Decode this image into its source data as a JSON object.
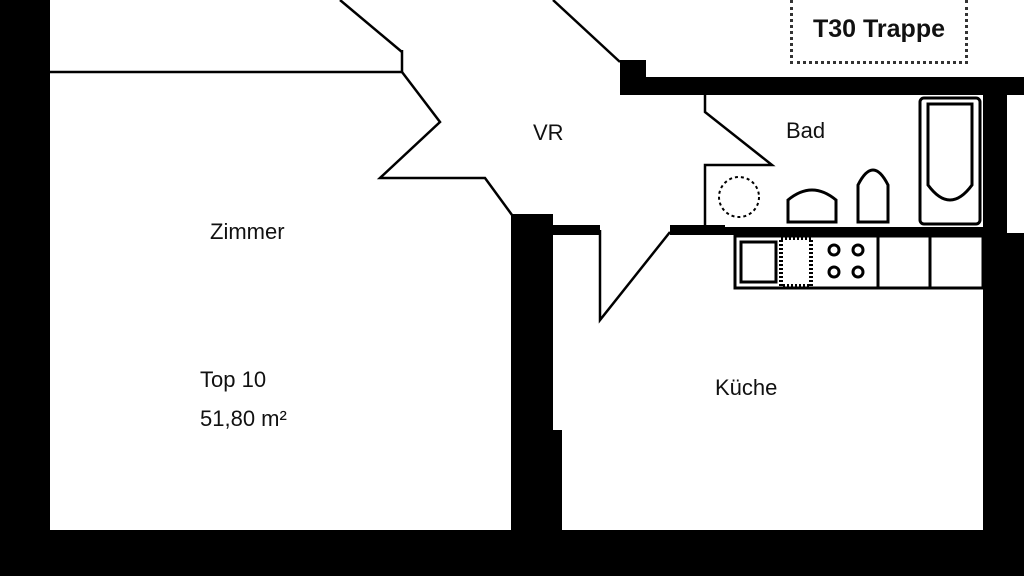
{
  "rooms": {
    "zimmer": "Zimmer",
    "vr": "VR",
    "bad": "Bad",
    "kueche": "Küche"
  },
  "unit": {
    "name": "Top 10",
    "area": "51,80 m²"
  },
  "stair_label": "T30 Trappe",
  "colors": {
    "wall": "#000000",
    "background": "#ffffff"
  }
}
